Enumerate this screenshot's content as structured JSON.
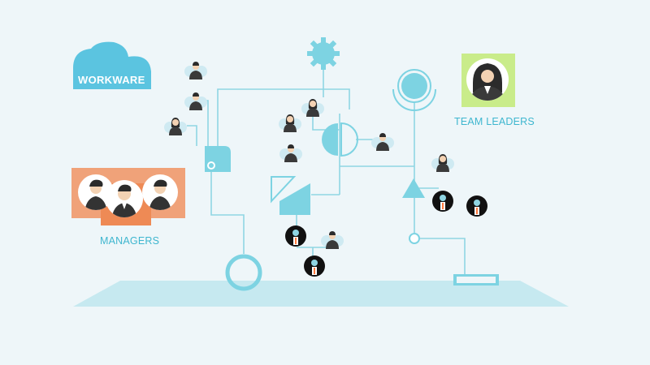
{
  "brand": {
    "name": "WORKWARE"
  },
  "labels": {
    "team_leaders": "TEAM LEADERS",
    "managers": "MANAGERS"
  },
  "colors": {
    "background": "#eef6f9",
    "accent": "#7dd3e2",
    "line": "#8fd5e3",
    "platform": "#c6e9f0",
    "label_text": "#3eb6cf",
    "managers_highlight": "#f0996a",
    "team_leader_highlight": "#c9ec8a",
    "person_suit": "#333333",
    "person_skin": "#f3d2b3"
  },
  "icons": [
    "cloud-icon",
    "gear-icon",
    "team-leader-avatar-icon",
    "manager-avatar-icon",
    "employee-avatar-icon",
    "dark-employee-badge-icon",
    "triangle-node-icon",
    "semicircle-node-icon",
    "ring-node-icon",
    "rectangle-node-icon"
  ]
}
